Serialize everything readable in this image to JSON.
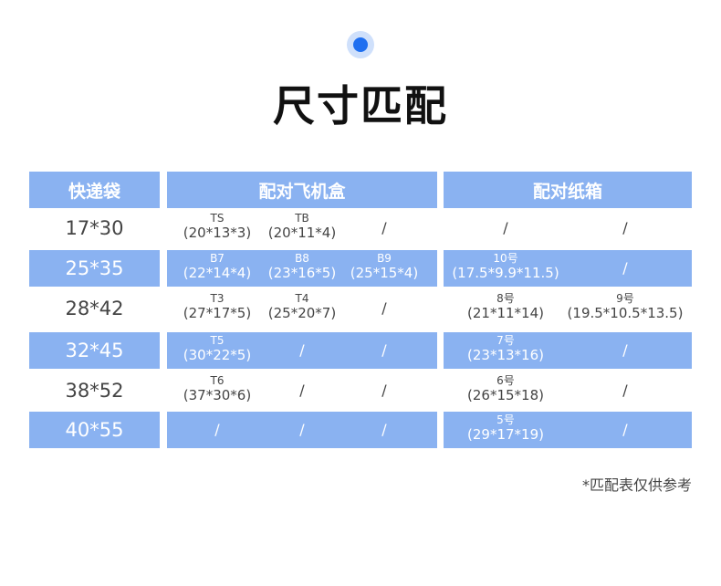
{
  "title": "尺寸匹配",
  "headers": {
    "bag": "快递袋",
    "airplane_box": "配对飞机盒",
    "carton": "配对纸箱"
  },
  "slash": "/",
  "rows": [
    {
      "bag": "17*30",
      "box1": {
        "code": "TS",
        "dims": "(20*13*3)"
      },
      "box2": {
        "code": "TB",
        "dims": "(20*11*4)"
      },
      "box3": "/",
      "carton1": "/",
      "carton2": "/"
    },
    {
      "bag": "25*35",
      "box1": {
        "code": "B7",
        "dims": "(22*14*4)"
      },
      "box2": {
        "code": "B8",
        "dims": "(23*16*5)"
      },
      "box3": {
        "code": "B9",
        "dims": "(25*15*4)"
      },
      "carton1": {
        "code": "10号",
        "dims": "(17.5*9.9*11.5)"
      },
      "carton2": "/"
    },
    {
      "bag": "28*42",
      "box1": {
        "code": "T3",
        "dims": "(27*17*5)"
      },
      "box2": {
        "code": "T4",
        "dims": "(25*20*7)"
      },
      "box3": "/",
      "carton1": {
        "code": "8号",
        "dims": "(21*11*14)"
      },
      "carton2": {
        "code": "9号",
        "dims": "(19.5*10.5*13.5)"
      }
    },
    {
      "bag": "32*45",
      "box1": {
        "code": "T5",
        "dims": "(30*22*5)"
      },
      "box2": "/",
      "box3": "/",
      "carton1": {
        "code": "7号",
        "dims": "(23*13*16)"
      },
      "carton2": "/"
    },
    {
      "bag": "38*52",
      "box1": {
        "code": "T6",
        "dims": "(37*30*6)"
      },
      "box2": "/",
      "box3": "/",
      "carton1": {
        "code": "6号",
        "dims": "(26*15*18)"
      },
      "carton2": "/"
    },
    {
      "bag": "40*55",
      "box1": "/",
      "box2": "/",
      "box3": "/",
      "carton1": {
        "code": "5号",
        "dims": "(29*17*19)"
      },
      "carton2": "/"
    }
  ],
  "note": "*匹配表仅供参考",
  "colors": {
    "accent": "#1f6ff0",
    "band": "#8ab2f1",
    "text": "#444444",
    "title": "#111111"
  }
}
